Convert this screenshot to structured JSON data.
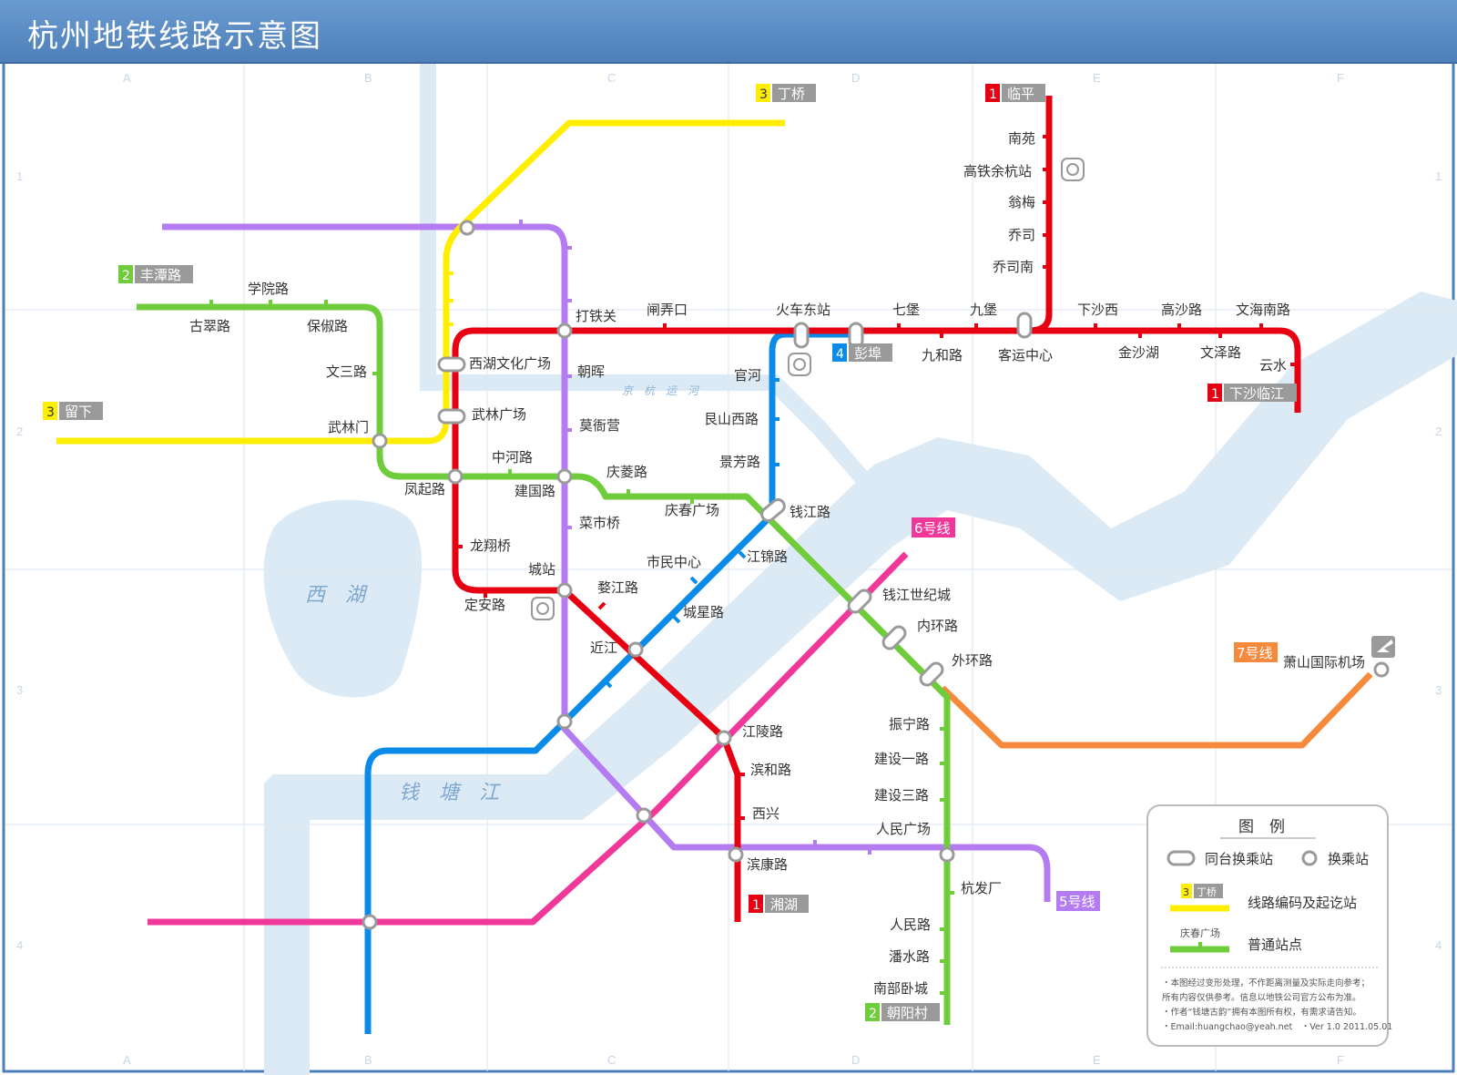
{
  "title": "杭州地铁线路示意图",
  "colors": {
    "line1": "#e60012",
    "line2": "#6fcc3a",
    "line3": "#ffee00",
    "line4": "#0a8be8",
    "line5": "#b57cf2",
    "line6": "#f0389a",
    "line7": "#f58a3c",
    "water": "#dceaf5",
    "grid": "#dbe5f0"
  },
  "grid": {
    "cols": [
      "A",
      "B",
      "C",
      "D",
      "E",
      "F"
    ],
    "rows": [
      "1",
      "2",
      "3",
      "4"
    ]
  },
  "water_labels": {
    "west_lake": "西　湖",
    "qiantang": "钱　塘　江",
    "canal": "京　杭　运　河"
  },
  "terminals": [
    {
      "num": "3",
      "name": "丁桥",
      "line": "line3"
    },
    {
      "num": "1",
      "name": "临平",
      "line": "line1"
    },
    {
      "num": "2",
      "name": "丰潭路",
      "line": "line2"
    },
    {
      "num": "3",
      "name": "留下",
      "line": "line3"
    },
    {
      "num": "4",
      "name": "彭埠",
      "line": "line4"
    },
    {
      "num": "1",
      "name": "下沙临江",
      "line": "line1"
    },
    {
      "num": "1",
      "name": "湘湖",
      "line": "line1"
    },
    {
      "num": "2",
      "name": "朝阳村",
      "line": "line2"
    }
  ],
  "line_tags": [
    {
      "label": "6号线",
      "line": "line6"
    },
    {
      "label": "7号线",
      "line": "line7"
    },
    {
      "label": "5号线",
      "line": "line5"
    }
  ],
  "stations": [
    "南苑",
    "高铁余杭站",
    "翁梅",
    "乔司",
    "乔司南",
    "学院路",
    "古翠路",
    "保俶路",
    "打铁关",
    "闸弄口",
    "火车东站",
    "七堡",
    "九堡",
    "下沙西",
    "高沙路",
    "文海南路",
    "九和路",
    "客运中心",
    "金沙湖",
    "文泽路",
    "云水",
    "西湖文化广场",
    "朝晖",
    "官河",
    "文三路",
    "武林广场",
    "莫衙营",
    "艮山西路",
    "武林门",
    "中河路",
    "庆菱路",
    "景芳路",
    "凤起路",
    "建国路",
    "庆春广场",
    "钱江路",
    "菜市桥",
    "龙翔桥",
    "城站",
    "市民中心",
    "江锦路",
    "婺江路",
    "定安路",
    "城星路",
    "近江",
    "钱江世纪城",
    "内环路",
    "外环路",
    "萧山国际机场",
    "振宁路",
    "江陵路",
    "建设一路",
    "滨和路",
    "建设三路",
    "西兴",
    "人民广场",
    "滨康路",
    "杭发厂",
    "人民路",
    "潘水路",
    "南部卧城"
  ],
  "legend": {
    "title": "图　例",
    "same_platform": "同台换乘站",
    "transfer": "换乘站",
    "terminal_desc": "线路编码及起讫站",
    "sample_num": "3",
    "sample_terminal": "丁桥",
    "sample_station": "庆春广场",
    "regular_desc": "普通站点",
    "notes": [
      "・本图经过变形处理，不作距离测量及实际走向参考；",
      "所有内容仅供参考。信息以地铁公司官方公布为准。",
      "・作者“钱塘古韵”拥有本图所有权，有需求请告知。",
      "・Email:huangchao@yeah.net　・Ver 1.0 2011.05.01"
    ]
  }
}
